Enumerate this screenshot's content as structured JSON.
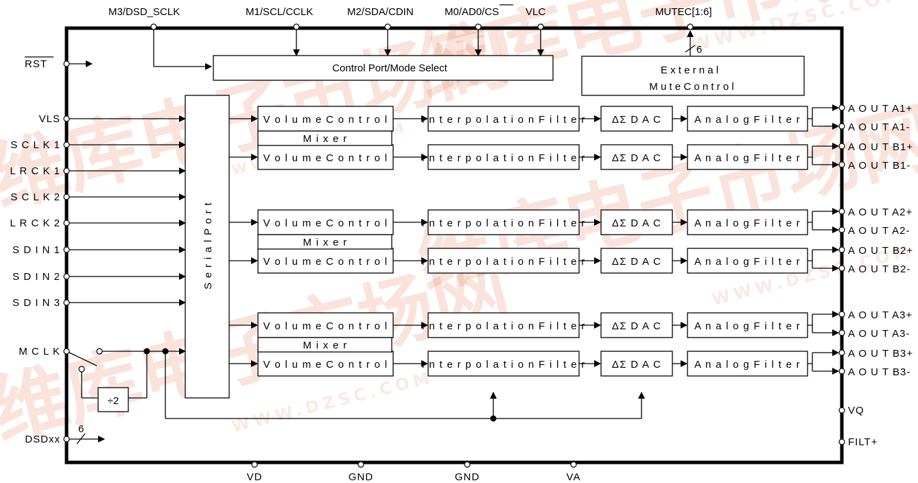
{
  "top_pins": {
    "m3": "M3/DSD_SCLK",
    "m1": "M1/SCL/CCLK",
    "m2": "M2/SDA/CDIN",
    "m0_prefix": "M0/AD0/",
    "m0_cs": "CS",
    "vlc": "VLC",
    "mutec": "MUTEC[1:6]"
  },
  "left_pins": {
    "rst": "RST",
    "vls": "VLS",
    "sclk1": "S C L K 1",
    "lrck1": "L R C K 1",
    "sclk2": "S C L K 2",
    "lrck2": "L R C K 2",
    "sdin1": "S D I N 1",
    "sdin2": "S D I N 2",
    "sdin3": "S D I N 3",
    "mclk": "M C L K",
    "dsdxx": "DSDxx"
  },
  "bottom_pins": {
    "vd": "VD",
    "gnd1": "GND",
    "gnd2": "GND",
    "va": "VA"
  },
  "right_pins": {
    "a1p": "A O U T A1+",
    "a1m": "A O U T A1-",
    "b1p": "A O U T B1+",
    "b1m": "A O U T B1-",
    "a2p": "A O U T A2+",
    "a2m": "A O U T A2-",
    "b2p": "A O U T B2+",
    "b2m": "A O U T B2-",
    "a3p": "A O U T A3+",
    "a3m": "A O U T A3-",
    "b3p": "A O U T B3+",
    "b3m": "A O U T B3-",
    "vq": "VQ",
    "filt": "FILT+"
  },
  "blocks": {
    "control_port": "Control Port/Mode Select",
    "ext_mute_1": "E x t e r n a l",
    "ext_mute_2": "M u t e  C o n t r o l",
    "serial_port": "S e r i a l   P o r t",
    "volume": "V o l u m e  C o n t r o l",
    "mixer": "M i x e r",
    "interp": "I n t e r p o l a t i o n  F i l t e r",
    "dac": "ΔΣ  D A C",
    "analog": "A n a l o g  F i l t e r",
    "div2": "÷2"
  },
  "bus_labels": {
    "mute_width": "6",
    "dsd_width": "6"
  },
  "watermark": {
    "chars": "维库电子市场网",
    "url": "WWW.DZSC.COM"
  }
}
